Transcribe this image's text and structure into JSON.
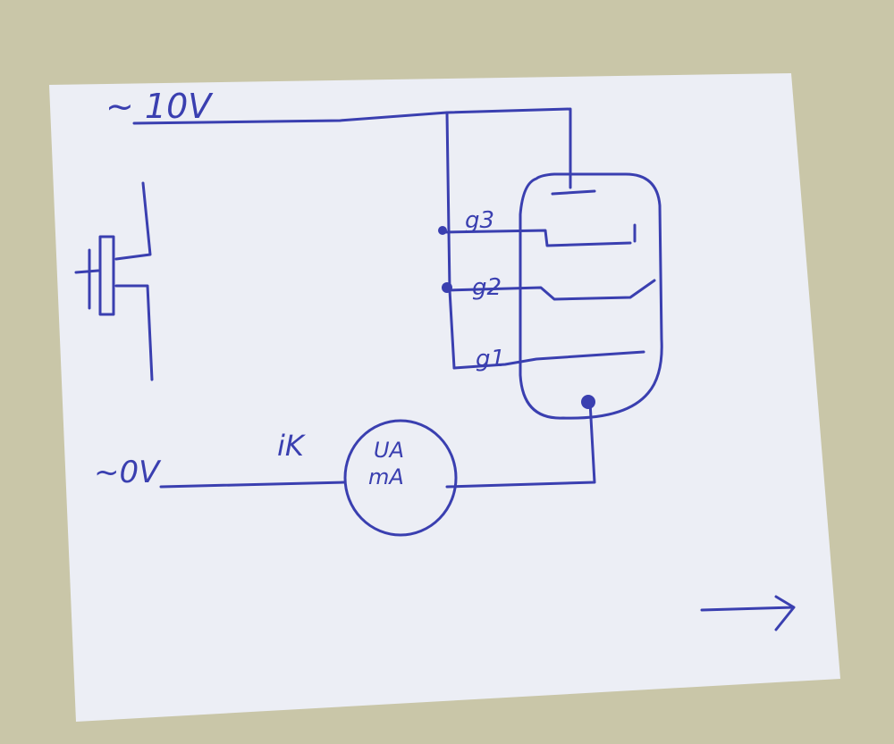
{
  "diagram": {
    "supply_top": "~ 10V",
    "supply_bottom": "~0V",
    "grids": [
      "g3",
      "g2",
      "g1"
    ],
    "current_label": "iK",
    "meter_labels": [
      "UA",
      "mA"
    ],
    "colors": {
      "ink": "#3a3fb0",
      "paper": "#eef0f6",
      "background": "#c9c6a8"
    }
  }
}
